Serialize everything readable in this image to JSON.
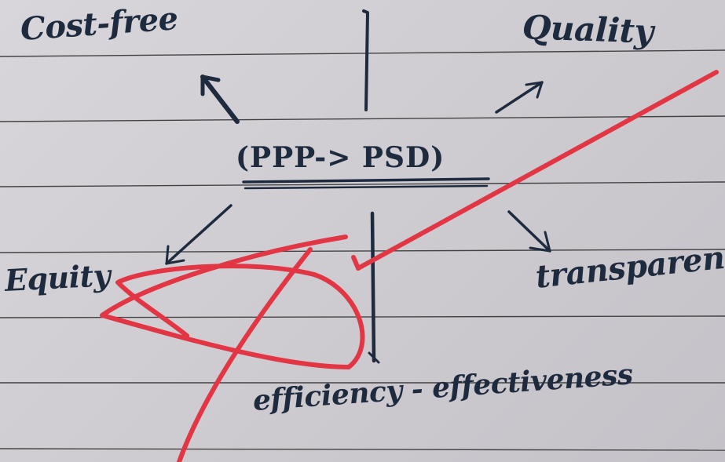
{
  "note": {
    "top_left": "Cost-free",
    "top_right": "Quality",
    "center": "(PPP-> PSD)",
    "left": "Equity",
    "right": "transparent",
    "bottom": "efficiency - effectiveness"
  },
  "colors": {
    "paper": "#d2d0d4",
    "rule_line": "#2a2a2a",
    "ink": "#1e2a3e",
    "red_pen": "#e23645"
  }
}
